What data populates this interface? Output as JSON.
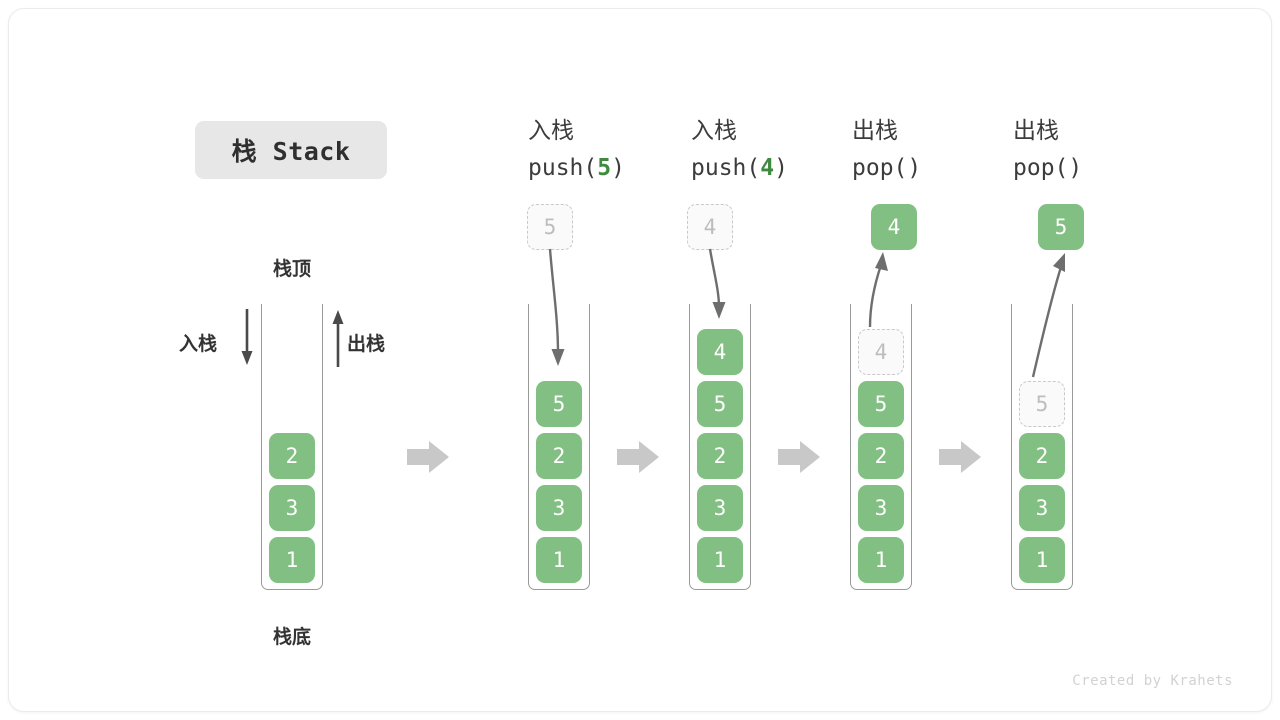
{
  "title_badge": {
    "label": "栈 Stack"
  },
  "legend": {
    "top_label": "栈顶",
    "bottom_label": "栈底",
    "push_label": "入栈",
    "pop_label": "出栈"
  },
  "footer": {
    "credit": "Created by Krahets"
  },
  "colors": {
    "cell_fill": "#82bf82",
    "cell_text": "#ffffff",
    "ghost_fill": "#fafafa",
    "ghost_border": "#c9c9c9",
    "ghost_text": "#bdbdbd",
    "container_border": "#9a9a9a",
    "flow_arrow": "#c8c8c8",
    "curve_arrow": "#6e6e6e",
    "accent_green": "#3f8a3f",
    "badge_bg": "#e7e7e7",
    "text": "#333333"
  },
  "columns": [
    {
      "id": "initial",
      "header_cn": "",
      "header_code_prefix": "",
      "header_code_num": "",
      "header_code_suffix": "",
      "stack": [
        "2",
        "3",
        "1"
      ],
      "floating": null
    },
    {
      "id": "push-5",
      "header_cn": "入栈",
      "header_code_prefix": "push(",
      "header_code_num": "5",
      "header_code_suffix": ")",
      "stack": [
        "5",
        "2",
        "3",
        "1"
      ],
      "floating": {
        "value": "5",
        "style": "ghost",
        "direction": "down"
      }
    },
    {
      "id": "push-4",
      "header_cn": "入栈",
      "header_code_prefix": "push(",
      "header_code_num": "4",
      "header_code_suffix": ")",
      "stack": [
        "4",
        "5",
        "2",
        "3",
        "1"
      ],
      "floating": {
        "value": "4",
        "style": "ghost",
        "direction": "down"
      }
    },
    {
      "id": "pop-4",
      "header_cn": "出栈",
      "header_code_prefix": "pop(",
      "header_code_num": "",
      "header_code_suffix": ")",
      "stack": [
        "4",
        "5",
        "2",
        "3",
        "1"
      ],
      "ghost_top": true,
      "floating": {
        "value": "4",
        "style": "filled",
        "direction": "up"
      }
    },
    {
      "id": "pop-5",
      "header_cn": "出栈",
      "header_code_prefix": "pop(",
      "header_code_num": "",
      "header_code_suffix": ")",
      "stack": [
        "5",
        "2",
        "3",
        "1"
      ],
      "ghost_top": true,
      "floating": {
        "value": "5",
        "style": "filled",
        "direction": "up"
      }
    }
  ],
  "flow_arrows": [
    "→",
    "→",
    "→",
    "→"
  ]
}
